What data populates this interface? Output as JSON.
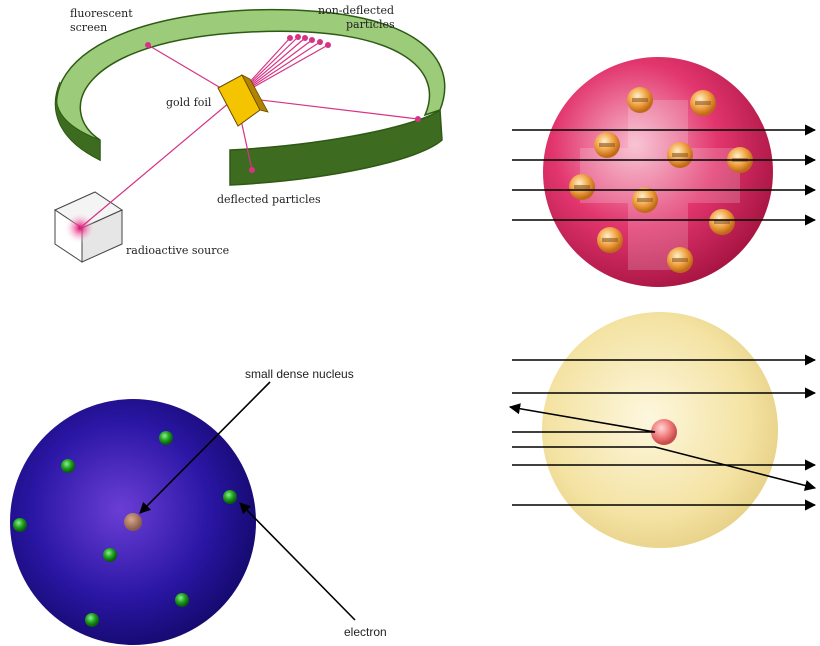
{
  "experiment": {
    "fluorescent_screen_line1": "fluorescent",
    "fluorescent_screen_line2": "screen",
    "non_deflected_line1": "non-deflected",
    "non_deflected_line2": "particles",
    "gold_foil": "gold foil",
    "deflected_particles": "deflected particles",
    "radioactive_source": "radioactive source"
  },
  "rutherford_model": {
    "nucleus_label": "small dense nucleus",
    "electron_label": "electron"
  },
  "colors": {
    "screen_top": "#9ccc7a",
    "screen_side": "#3d6b1f",
    "foil": "#f5c400",
    "beam": "#d63384",
    "plum_pudding_sphere": "#e2356e",
    "rutherford_atom": "#25129a",
    "electron": "#1fa21f",
    "nuclear_atom": "#f4e3a3",
    "nucleus": "#ef7b7b"
  }
}
